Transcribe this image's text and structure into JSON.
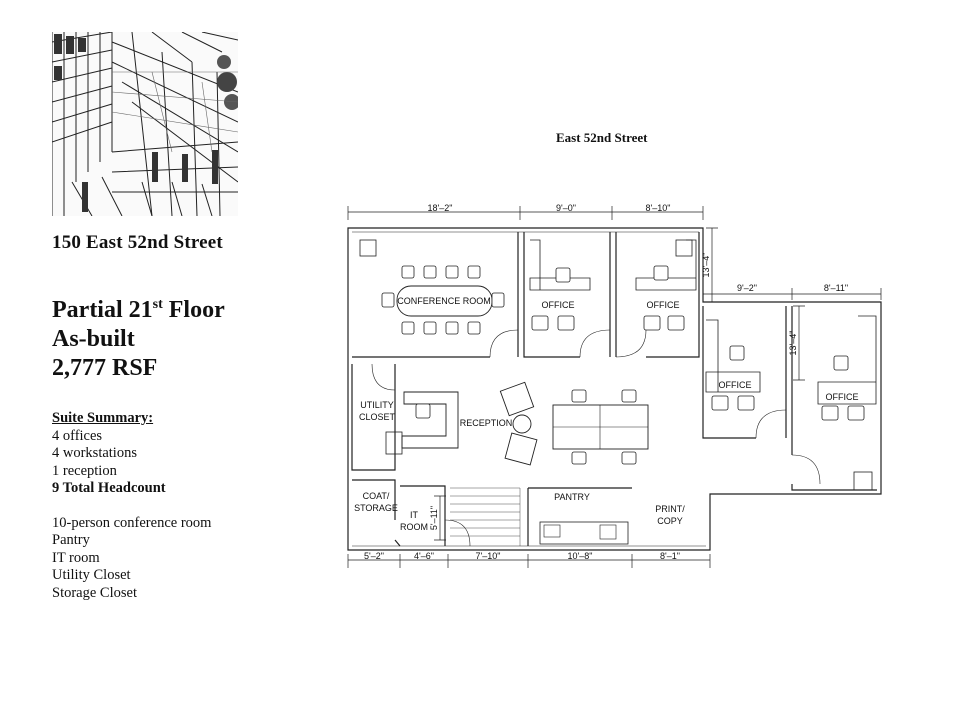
{
  "left": {
    "address": "150 East 52nd Street",
    "floor_line1_a": "Partial 21",
    "floor_line1_sup": "st",
    "floor_line1_b": " Floor",
    "floor_line2": "As-built",
    "floor_line3": "2,777 RSF",
    "summary_heading": "Suite Summary:",
    "summary_items": [
      "4 offices",
      "4 workstations",
      "1 reception"
    ],
    "total_headcount": "9 Total Headcount",
    "amenities": [
      "10-person conference room",
      "Pantry",
      "IT room",
      "Utility Closet",
      "Storage Closet"
    ]
  },
  "plan": {
    "street_label": "East 52nd Street",
    "dims_top": [
      "18'–2\"",
      "9'–0\"",
      "8'–10\""
    ],
    "dims_right_top": [
      "9'–2\"",
      "8'–11\""
    ],
    "dims_bottom": [
      "5'–2\"",
      "4'–6\"",
      "7'–10\"",
      "10'–8\"",
      "8'–1\""
    ],
    "dims_vertical": [
      "13'–4\"",
      "13'–4\"",
      "5'–11\""
    ],
    "rooms": {
      "conference": "CONFERENCE ROOM",
      "office1": "OFFICE",
      "office2": "OFFICE",
      "office3": "OFFICE",
      "office4": "OFFICE",
      "reception": "RECEPTION",
      "utility1": "UTILITY",
      "utility2": "CLOSET",
      "coat1": "COAT/",
      "coat2": "STORAGE",
      "it1": "IT",
      "it2": "ROOM",
      "pantry": "PANTRY",
      "print1": "PRINT/",
      "print2": "COPY"
    }
  },
  "colors": {
    "ink": "#111111",
    "wall": "#222222",
    "light": "#777777"
  }
}
